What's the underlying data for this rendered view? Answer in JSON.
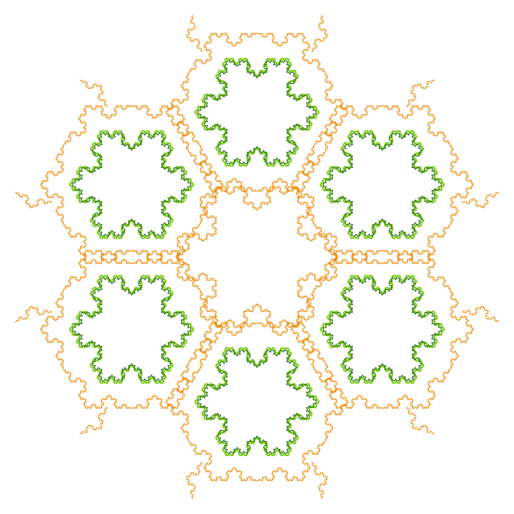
{
  "figure": {
    "kind": "koch-snowflake-fractal-ring",
    "symmetry": 6,
    "background": "#ffffff",
    "layers": [
      {
        "role": "outer-fringe",
        "color": "#ee8800"
      },
      {
        "role": "middle-ring",
        "color": "#77cc11"
      },
      {
        "role": "inner-outline",
        "color": "#2e6e1e"
      }
    ]
  }
}
